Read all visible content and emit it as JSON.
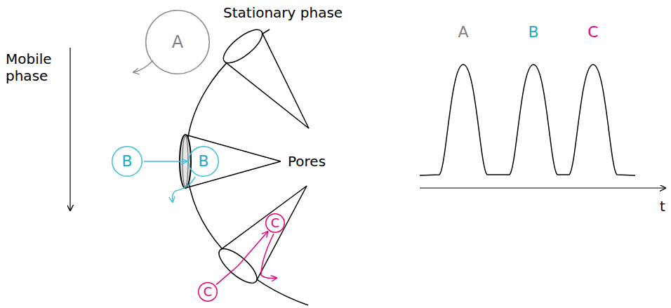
{
  "diagram": {
    "nodes": [
      {
        "text": [
          "A"
        ]
      },
      {
        "text": [
          "B"
        ]
      },
      {
        "text": [
          "B"
        ]
      },
      {
        "text": [
          "C"
        ]
      },
      {
        "text": [
          "C"
        ]
      }
    ],
    "edges": [
      {
        "from": 1,
        "to": 2,
        "arrow": "to"
      },
      {
        "from": 4,
        "to": 3,
        "arrow": "to"
      }
    ],
    "labels": [
      "Stationary phase",
      "Mobile phase",
      "Pores",
      "A",
      "B",
      "C",
      "t"
    ]
  }
}
